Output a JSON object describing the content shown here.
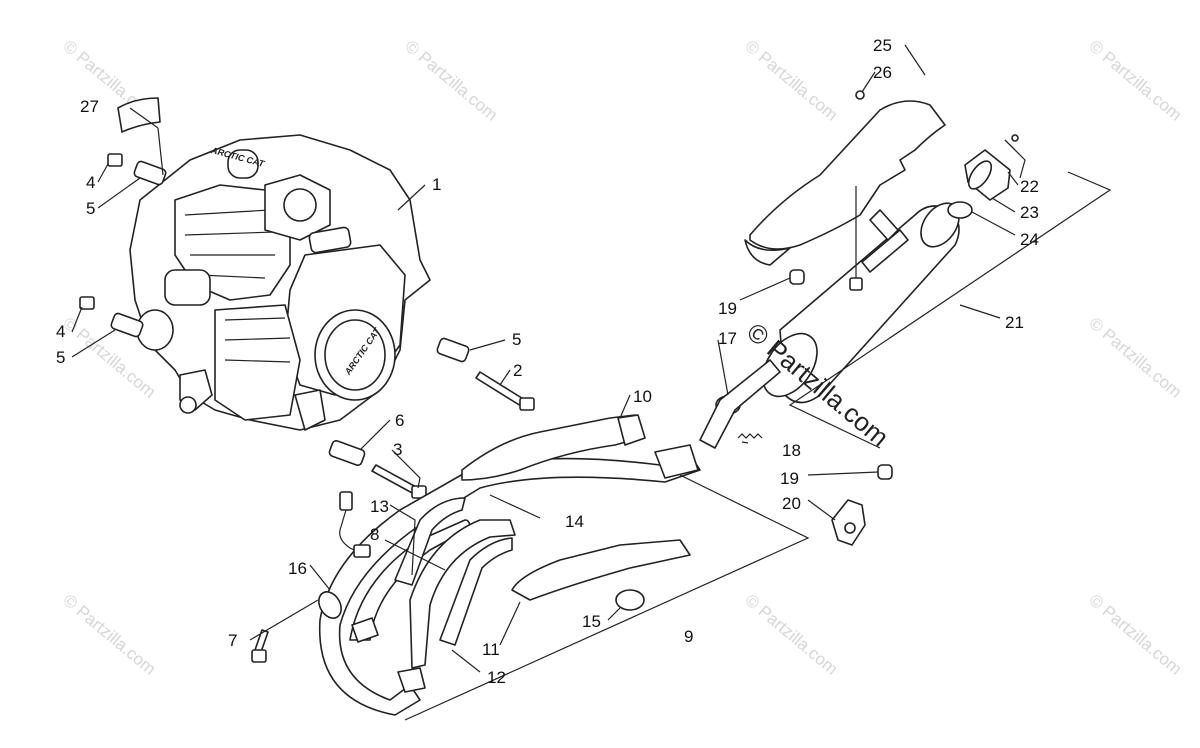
{
  "watermark": {
    "small": "© Partzilla.com",
    "large": "© Partzilla.com"
  },
  "callouts": {
    "c1": "1",
    "c2": "2",
    "c3": "3",
    "c4a": "4",
    "c4b": "4",
    "c5a": "5",
    "c5b": "5",
    "c5c": "5",
    "c6": "6",
    "c7": "7",
    "c8": "8",
    "c9": "9",
    "c10": "10",
    "c11": "11",
    "c12": "12",
    "c13": "13",
    "c14": "14",
    "c15": "15",
    "c16": "16",
    "c17": "17",
    "c18": "18",
    "c19a": "19",
    "c19b": "19",
    "c20": "20",
    "c21": "21",
    "c22": "22",
    "c23": "23",
    "c24": "24",
    "c25": "25",
    "c26": "26",
    "c27": "27"
  },
  "engine_branding": "ARCTIC CAT"
}
